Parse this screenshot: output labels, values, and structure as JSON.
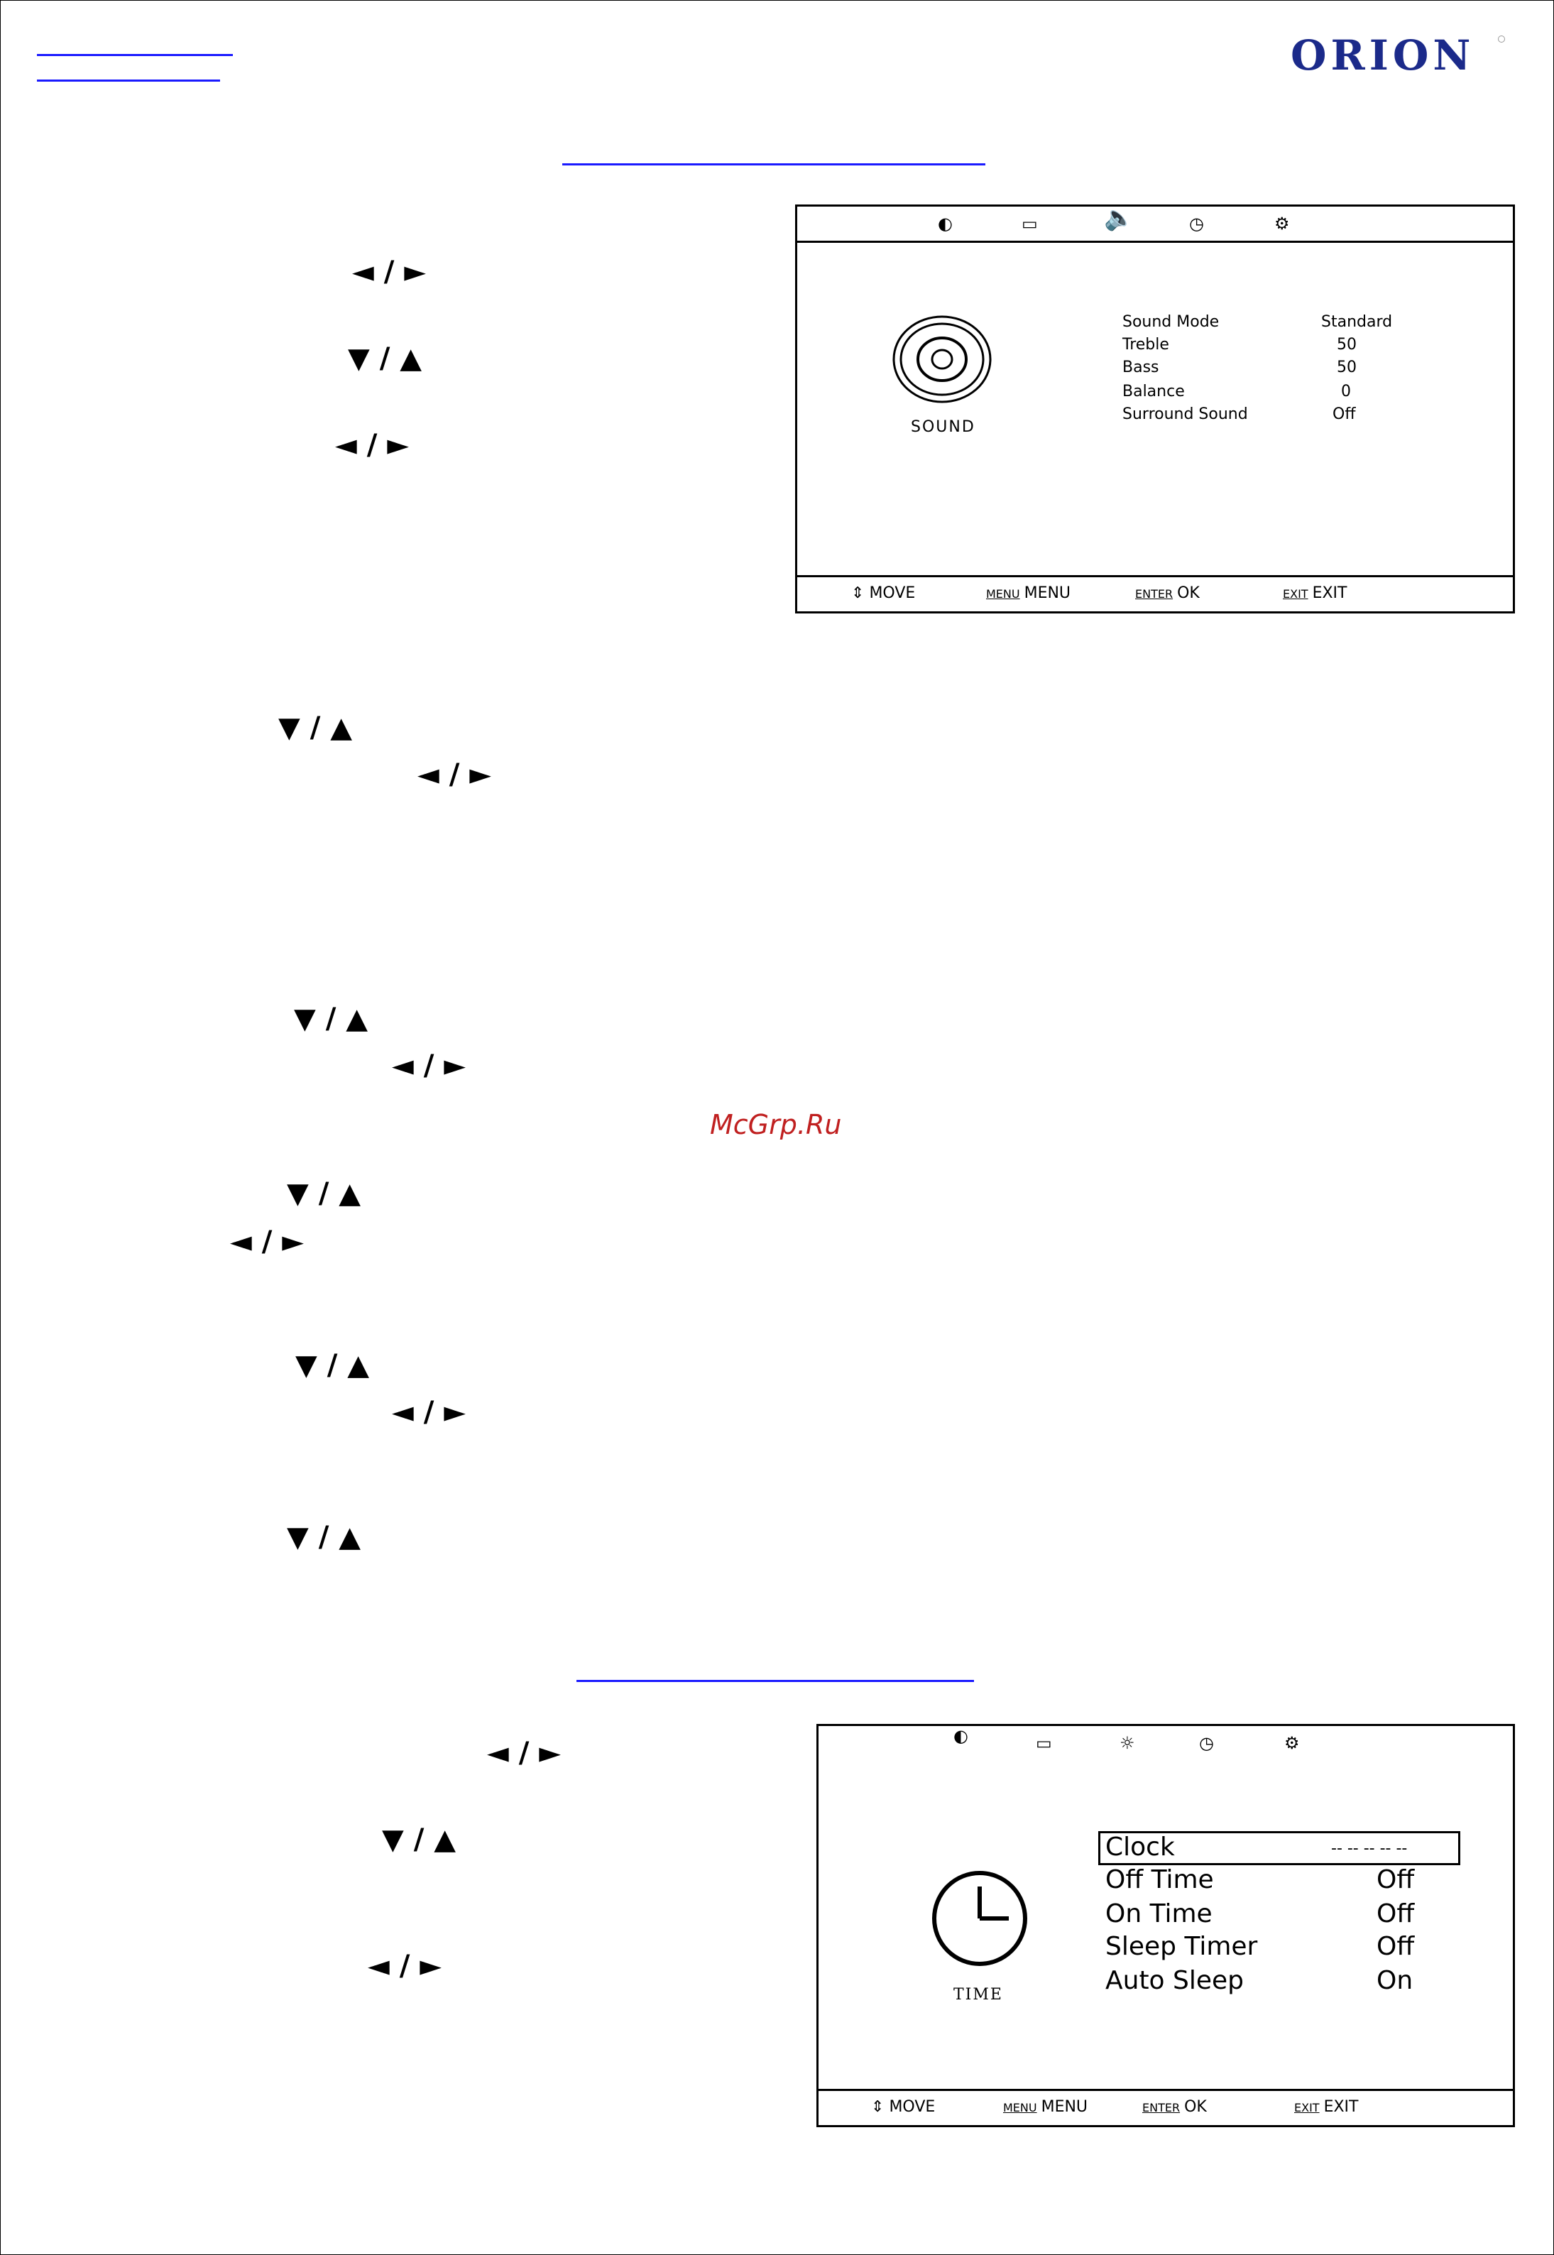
{
  "brand": {
    "name": "ORION"
  },
  "watermark": "McGrp.Ru",
  "arrow_hints": {
    "left_right": "◄ / ►",
    "down_up": "▼ / ▲"
  },
  "sound_menu": {
    "tabs": [
      "picture-tab-icon",
      "screen-tab-icon",
      "sound-tab-icon",
      "time-tab-icon",
      "setup-tab-icon"
    ],
    "caption": "SOUND",
    "items": [
      {
        "label": "Sound Mode",
        "value": "Standard"
      },
      {
        "label": "Treble",
        "value": "50"
      },
      {
        "label": "Bass",
        "value": "50"
      },
      {
        "label": "Balance",
        "value": "0"
      },
      {
        "label": "Surround Sound",
        "value": "Off"
      }
    ],
    "nav": {
      "move": "MOVE",
      "menu_key": "MENU",
      "menu": "MENU",
      "ok_key": "ENTER",
      "ok": "OK",
      "exit_key": "EXIT",
      "exit": "EXIT"
    }
  },
  "time_menu": {
    "caption": "TIME",
    "items": [
      {
        "label": "Clock",
        "value": "-- -- -- -- --"
      },
      {
        "label": "Off Time",
        "value": "Off"
      },
      {
        "label": "On Time",
        "value": "Off"
      },
      {
        "label": "Sleep Timer",
        "value": "Off"
      },
      {
        "label": "Auto Sleep",
        "value": "On"
      }
    ],
    "nav": {
      "move": "MOVE",
      "menu_key": "MENU",
      "menu": "MENU",
      "ok_key": "ENTER",
      "ok": "OK",
      "exit_key": "EXIT",
      "exit": "EXIT"
    }
  }
}
